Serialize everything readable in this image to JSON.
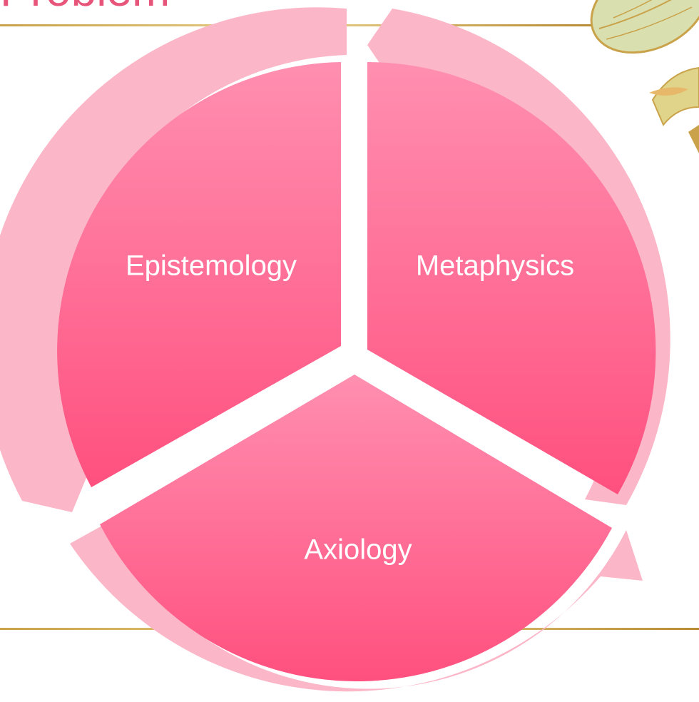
{
  "slide": {
    "title": "Problem"
  },
  "cycle": {
    "segments": [
      {
        "label": "Epistemology"
      },
      {
        "label": "Metaphysics"
      },
      {
        "label": "Axiology"
      }
    ]
  },
  "colors": {
    "title": "#e8557a",
    "segment_top": "#ff8fb0",
    "segment_bottom": "#ff507f",
    "arrow": "#fbb6c8",
    "rule": "#c9a24a"
  }
}
